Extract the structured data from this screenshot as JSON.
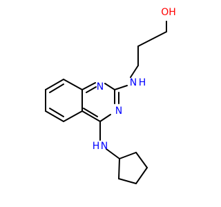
{
  "molecule": {
    "atoms": {
      "oh": {
        "label": "OH",
        "color": "#ff0000"
      },
      "nh_amino": {
        "label": "N\nH",
        "text_n": "N",
        "text_h": "H",
        "color": "#0000ff"
      },
      "n_ring_top": {
        "label": "N",
        "color": "#0000ff"
      },
      "n_ring_bottom": {
        "label": "N",
        "color": "#0000ff"
      },
      "hn_cyclopentyl": {
        "label": "HN",
        "text_h": "H",
        "text_n": "N",
        "color": "#0000ff"
      }
    },
    "bond_color": "#000000"
  }
}
